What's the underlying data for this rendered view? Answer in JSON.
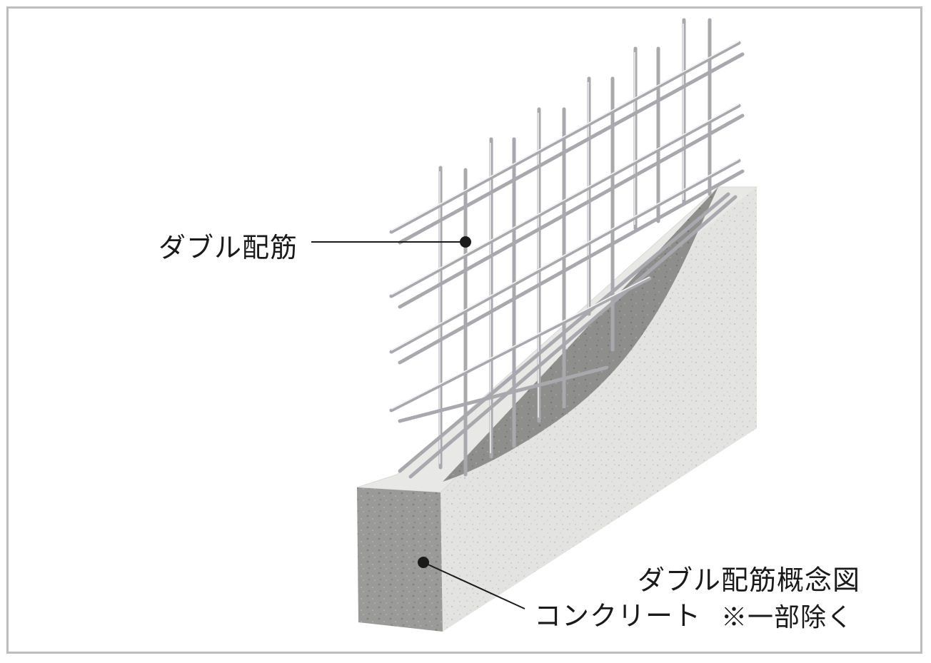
{
  "labels": {
    "rebar": "ダブル配筋",
    "concrete": "コンクリート"
  },
  "caption": {
    "title": "ダブル配筋概念図",
    "note": "※一部除く"
  },
  "colors": {
    "frame": "#bdbdbd",
    "concrete_light": "#e3e3e1",
    "concrete_front": "#9a9a98",
    "concrete_hollow": "#8e8e8c",
    "rebar": "#a9a9ad",
    "rebar_highlight": "#f2f2f2",
    "leader": "#1a1a1a"
  }
}
